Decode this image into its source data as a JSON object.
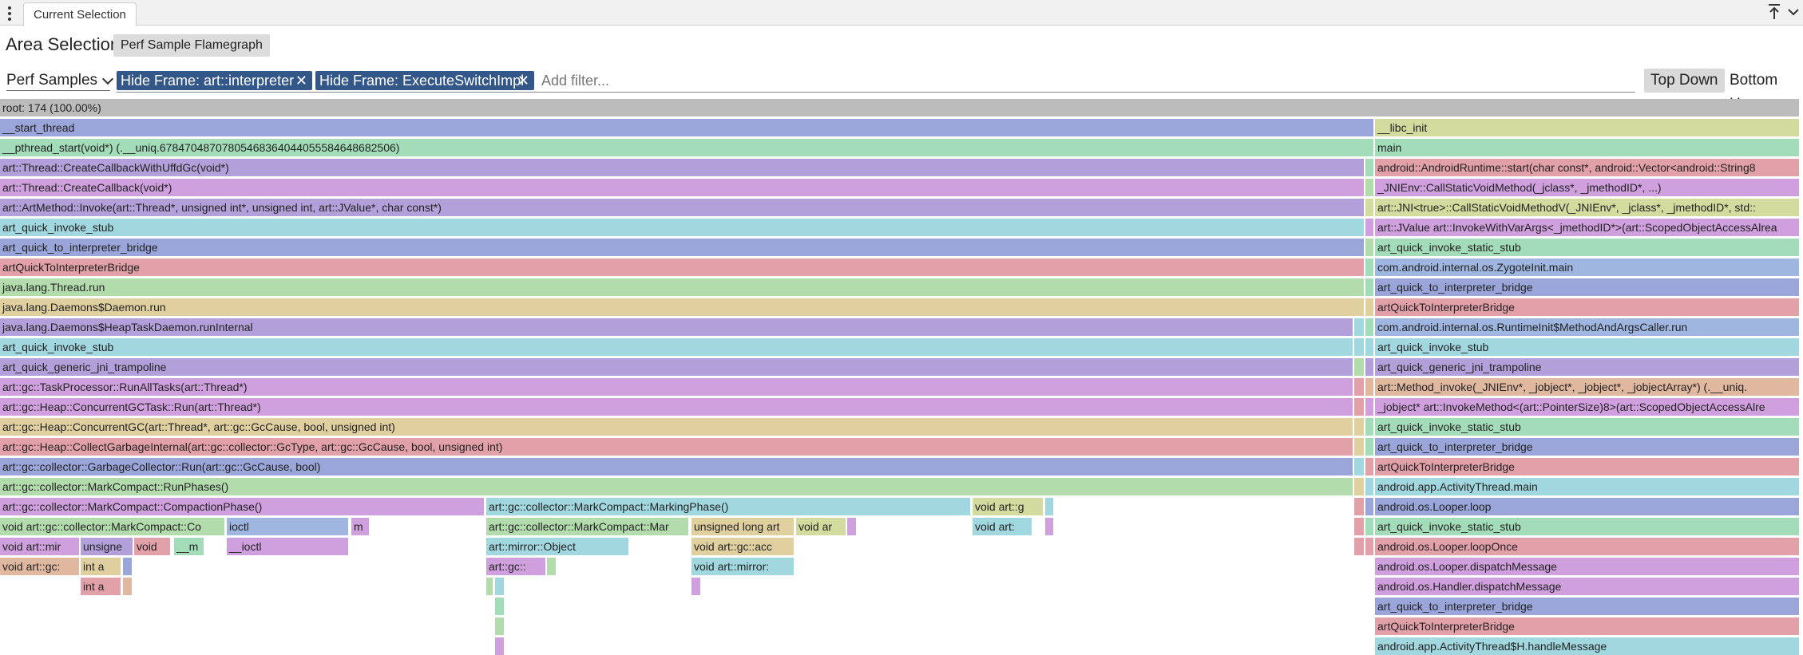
{
  "tabbar": {
    "tab_label": "Current Selection"
  },
  "header": {
    "title": "Area Selection",
    "chip_label": "Perf Sample Flamegraph"
  },
  "filter": {
    "select_value": "Perf Samples",
    "chips": [
      "Hide Frame: art::interpreter",
      "Hide Frame: ExecuteSwitchImpl"
    ],
    "chip_close_glyph": "✕",
    "placeholder": "Add filter...",
    "top_down_label": "Top Down",
    "bottom_up_label": "Bottom Up"
  },
  "icons": {
    "menu": "more-vertical-icon",
    "pin_top": "pin-to-top-icon",
    "collapse": "chevron-down-icon"
  },
  "colors": {
    "chip_bg": "#34578a",
    "root_bg": "#bcbcbc",
    "active_toggle": "#d9d9d9"
  },
  "flamegraph": {
    "root_label": "root: 174 (100.00%)",
    "frames": [
      "__start_thread",
      "__libc_init",
      "__pthread_start(void*) (.__uniq.67847048707805468364044055584648682506)",
      "main",
      "art::Thread::CreateCallbackWithUffdGc(void*)",
      "android::AndroidRuntime::start(char const*, android::Vector<android::String8",
      "art::Thread::CreateCallback(void*)",
      "_JNIEnv::CallStaticVoidMethod(_jclass*, _jmethodID*, ...)",
      "art::ArtMethod::Invoke(art::Thread*, unsigned int*, unsigned int, art::JValue*, char const*)",
      "art::JNI<true>::CallStaticVoidMethodV(_JNIEnv*, _jclass*, _jmethodID*, std::",
      "art_quick_invoke_stub",
      "art::JValue art::InvokeWithVarArgs<_jmethodID*>(art::ScopedObjectAccessAlrea",
      "art_quick_to_interpreter_bridge",
      "art_quick_invoke_static_stub",
      "artQuickToInterpreterBridge",
      "com.android.internal.os.ZygoteInit.main",
      "java.lang.Thread.run",
      "art_quick_to_interpreter_bridge",
      "java.lang.Daemons$Daemon.run",
      "artQuickToInterpreterBridge",
      "java.lang.Daemons$HeapTaskDaemon.runInternal",
      "com.android.internal.os.RuntimeInit$MethodAndArgsCaller.run",
      "art_quick_invoke_stub",
      "art_quick_invoke_stub",
      "art_quick_generic_jni_trampoline",
      "art_quick_generic_jni_trampoline",
      "art::gc::TaskProcessor::RunAllTasks(art::Thread*)",
      "art::Method_invoke(_JNIEnv*, _jobject*, _jobject*, _jobjectArray*) (.__uniq.",
      "art::gc::Heap::ConcurrentGCTask::Run(art::Thread*)",
      "_jobject* art::InvokeMethod<(art::PointerSize)8>(art::ScopedObjectAccessAlre",
      "art::gc::Heap::ConcurrentGC(art::Thread*, art::gc::GcCause, bool, unsigned int)",
      "art_quick_invoke_static_stub",
      "art::gc::Heap::CollectGarbageInternal(art::gc::collector::GcType, art::gc::GcCause, bool, unsigned int)",
      "art_quick_to_interpreter_bridge",
      "art::gc::collector::GarbageCollector::Run(art::gc::GcCause, bool)",
      "artQuickToInterpreterBridge",
      "art::gc::collector::MarkCompact::RunPhases()",
      "android.app.ActivityThread.main",
      "art::gc::collector::MarkCompact::CompactionPhase()",
      "art::gc::collector::MarkCompact::MarkingPhase()",
      "void art::g",
      "android.os.Looper.loop",
      "void art::gc::collector::MarkCompact::Co",
      "ioctl",
      "m",
      "art::gc::collector::MarkCompact::Mar",
      "unsigned long art",
      "void ar",
      "void art:",
      "art_quick_invoke_static_stub",
      "void art::mir",
      "unsigne",
      "void",
      "__m",
      "__ioctl",
      "art::mirror::Object",
      "void art::gc::acc",
      "android.os.Looper.loopOnce",
      "void art::gc:",
      "int a",
      "art::gc::",
      "void art::mirror:",
      "android.os.Looper.dispatchMessage",
      "int a",
      "android.os.Handler.dispatchMessage",
      "art_quick_to_interpreter_bridge",
      "artQuickToInterpreterBridge",
      "android.app.ActivityThread$H.handleMessage"
    ]
  }
}
